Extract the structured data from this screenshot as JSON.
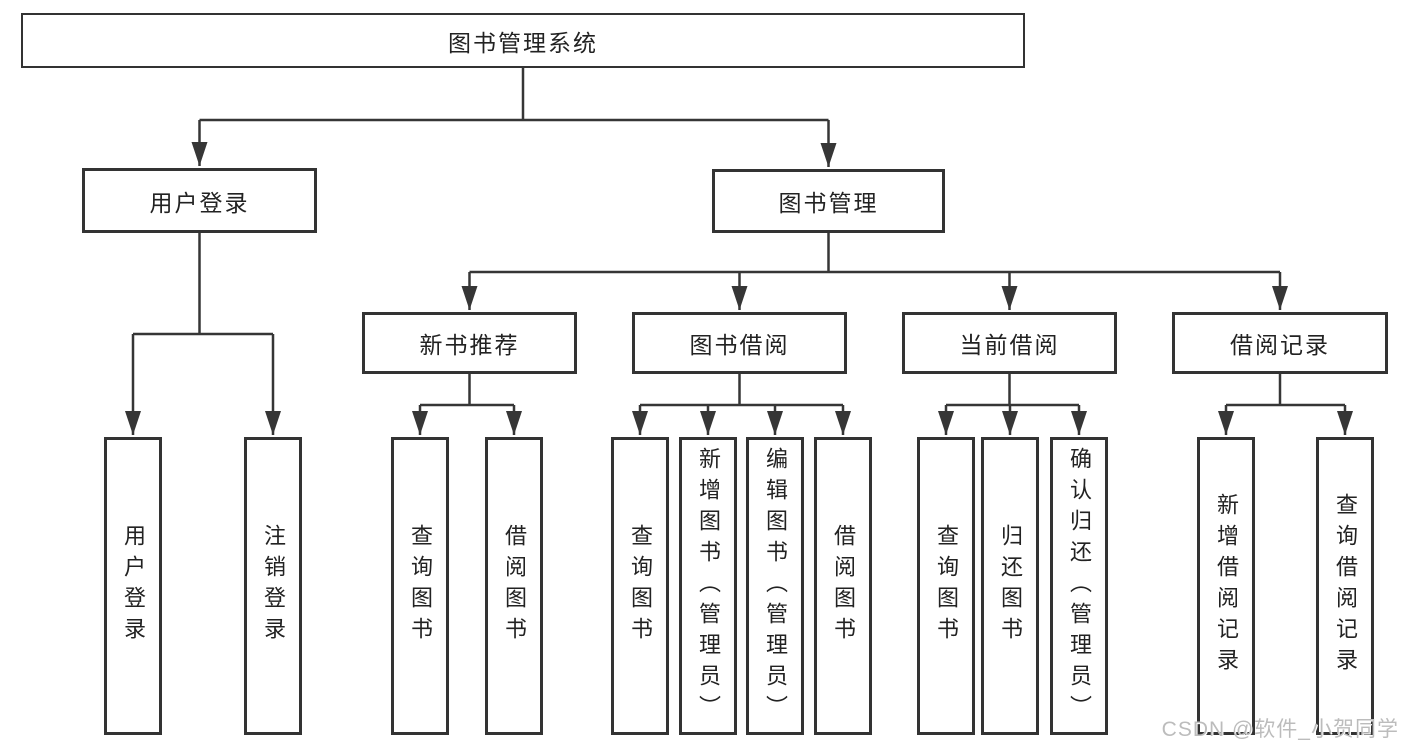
{
  "diagram": {
    "root": {
      "label": "图书管理系统"
    },
    "level2": {
      "user_login": {
        "label": "用户登录"
      },
      "book_mgmt": {
        "label": "图书管理"
      }
    },
    "level3": {
      "new_books": {
        "label": "新书推荐"
      },
      "borrow": {
        "label": "图书借阅"
      },
      "current": {
        "label": "当前借阅"
      },
      "records": {
        "label": "借阅记录"
      }
    },
    "leaves": {
      "login": "用户登录",
      "logout": "注销登录",
      "newbooks_query": "查询图书",
      "newbooks_borrow": "借阅图书",
      "borrow_query": "查询图书",
      "borrow_add_admin": "新增图书（管理员）",
      "borrow_edit_admin": "编辑图书（管理员）",
      "borrow_borrow": "借阅图书",
      "current_query": "查询图书",
      "current_return": "归还图书",
      "current_confirm_admin": "确认归还（管理员）",
      "records_add": "新增借阅记录",
      "records_query": "查询借阅记录"
    },
    "watermark": "CSDN @软件_小贺同学",
    "colors": {
      "line": "#363636",
      "box_border": "#333333",
      "box_fill": "#ffffff",
      "text": "#222222",
      "watermark": "#bcbcbc"
    }
  }
}
